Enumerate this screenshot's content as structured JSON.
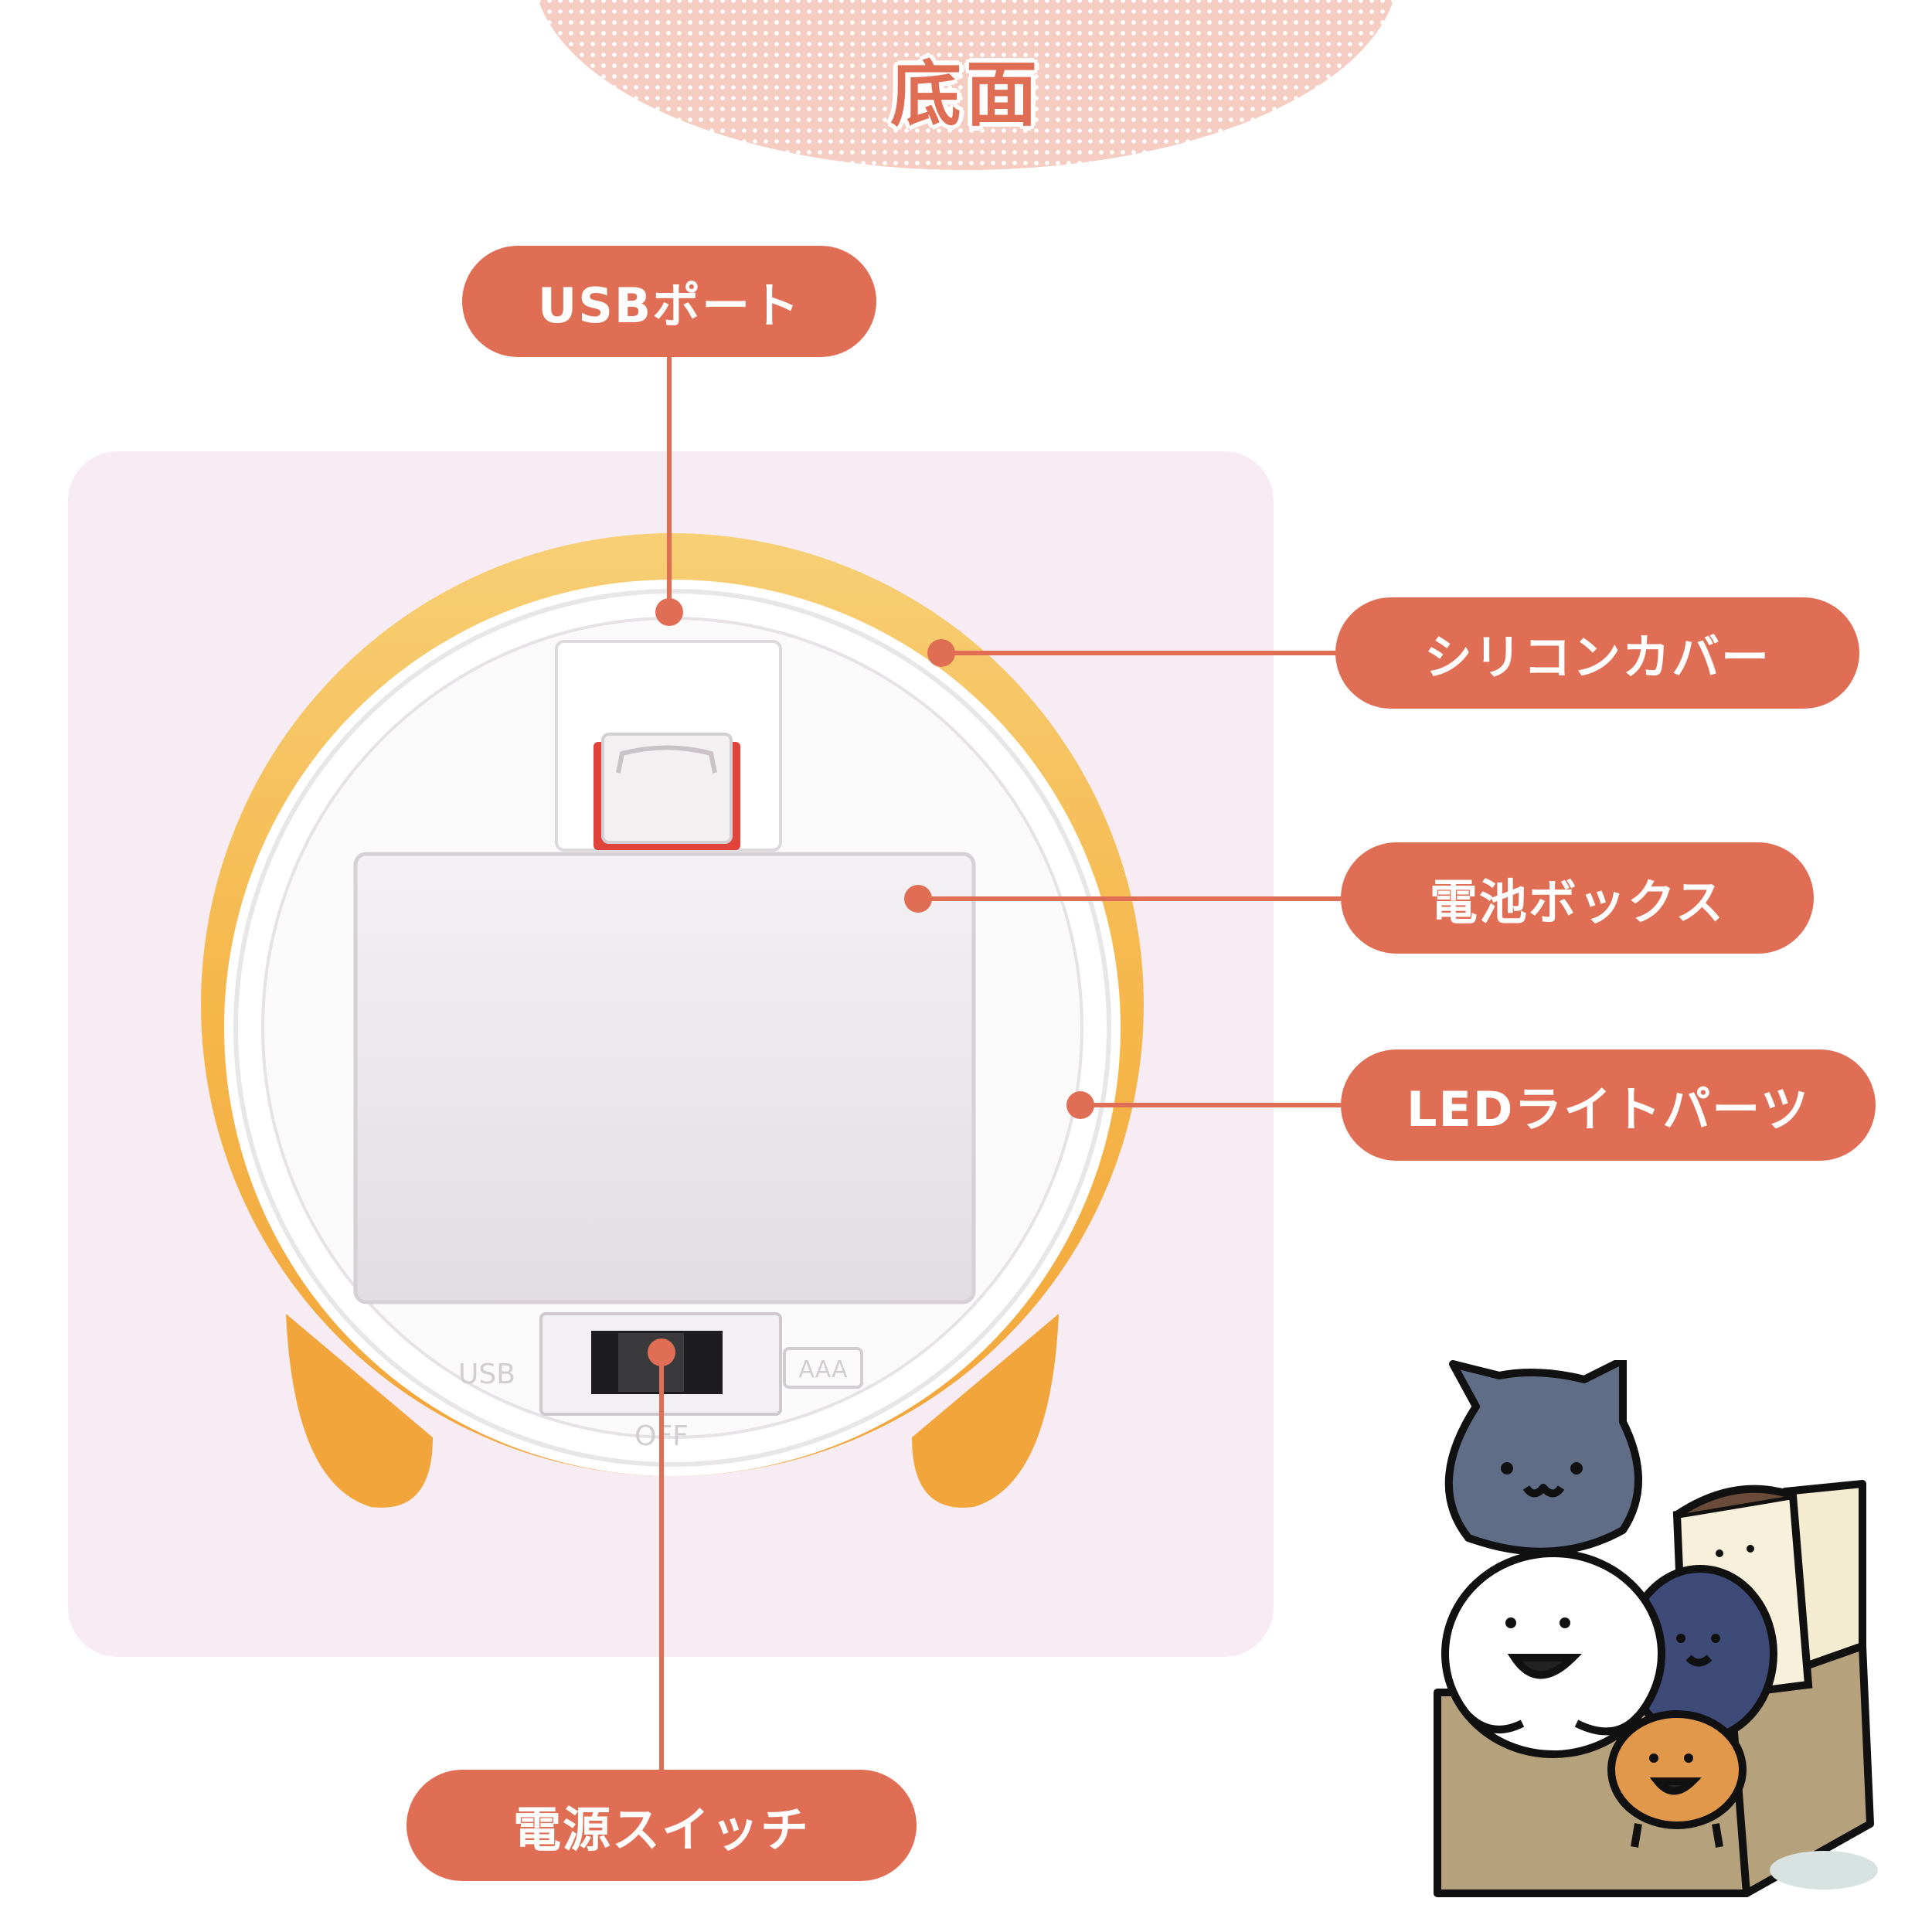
{
  "title": "底面",
  "labels": {
    "usb_port": "USBポート",
    "silicone_cover": "シリコンカバー",
    "battery_box": "電池ボックス",
    "led_light_parts": "LEDライトパーツ",
    "power_switch": "電源スイッチ"
  },
  "device_markings": {
    "usb": "USB",
    "aaa": "AAA",
    "off": "OFF"
  },
  "colors": {
    "accent": "#df6e55",
    "panel_bg": "#f7ecf4",
    "silicone": "#f5b34a",
    "header_bg": "#f6cdc2"
  },
  "illustration": "mascot-characters-in-box"
}
